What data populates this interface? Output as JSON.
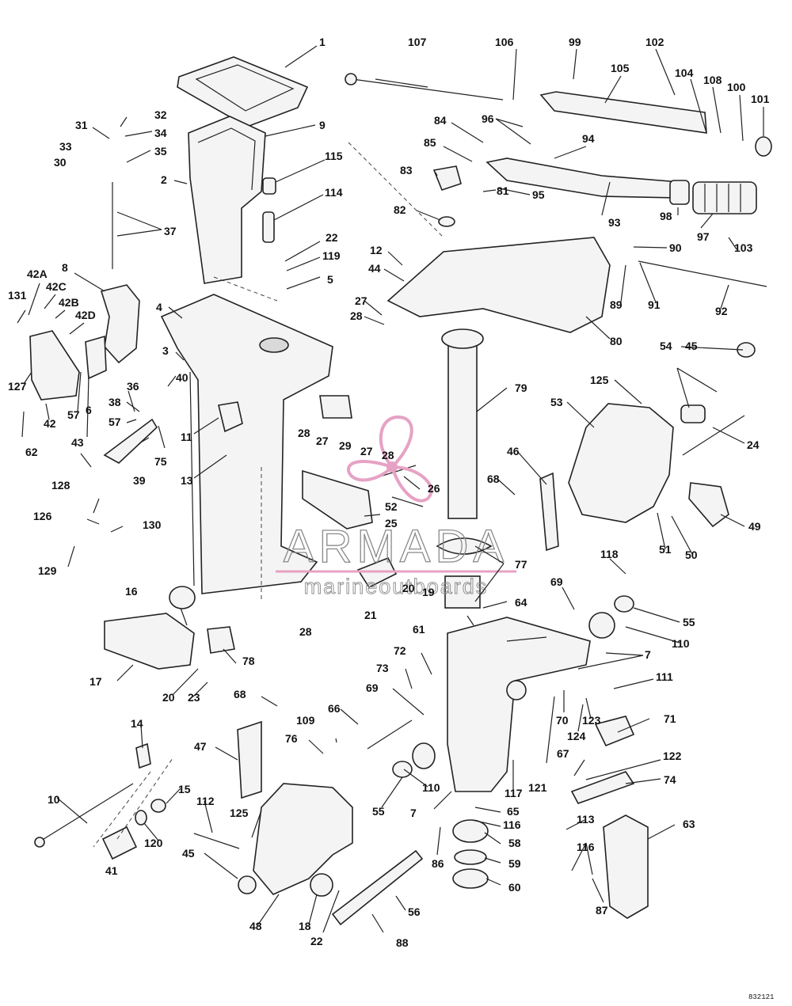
{
  "labels": {
    "n1": "1",
    "n2": "2",
    "n3": "3",
    "n4": "4",
    "n5": "5",
    "n6": "6",
    "n7a": "7",
    "n7b": "7",
    "n8": "8",
    "n9": "9",
    "n10": "10",
    "n11": "11",
    "n12": "12",
    "n13": "13",
    "n14": "14",
    "n15": "15",
    "n16": "16",
    "n17": "17",
    "n18": "18",
    "n19": "19",
    "n20a": "20",
    "n20b": "20",
    "n21": "21",
    "n22a": "22",
    "n22b": "22",
    "n23": "23",
    "n24": "24",
    "n25": "25",
    "n26": "26",
    "n27a": "27",
    "n27b": "27",
    "n27c": "27",
    "n28a": "28",
    "n28b": "28",
    "n28c": "28",
    "n28d": "28",
    "n29": "29",
    "n30": "30",
    "n31": "31",
    "n32": "32",
    "n33": "33",
    "n34": "34",
    "n35": "35",
    "n36": "36",
    "n37": "37",
    "n38": "38",
    "n39": "39",
    "n40": "40",
    "n41": "41",
    "n42": "42",
    "n42A": "42A",
    "n42B": "42B",
    "n42C": "42C",
    "n42D": "42D",
    "n43": "43",
    "n44": "44",
    "n45a": "45",
    "n45b": "45",
    "n46": "46",
    "n47": "47",
    "n48": "48",
    "n49": "49",
    "n50": "50",
    "n51": "51",
    "n52": "52",
    "n53": "53",
    "n54": "54",
    "n55a": "55",
    "n55b": "55",
    "n56": "56",
    "n57a": "57",
    "n57b": "57",
    "n58": "58",
    "n59": "59",
    "n60": "60",
    "n61": "61",
    "n62": "62",
    "n63": "63",
    "n64": "64",
    "n65": "65",
    "n66": "66",
    "n67": "67",
    "n68a": "68",
    "n68b": "68",
    "n69a": "69",
    "n69b": "69",
    "n70": "70",
    "n71": "71",
    "n72": "72",
    "n73": "73",
    "n74": "74",
    "n75": "75",
    "n76": "76",
    "n77": "77",
    "n78": "78",
    "n79": "79",
    "n80": "80",
    "n81": "81",
    "n82": "82",
    "n83": "83",
    "n84": "84",
    "n85": "85",
    "n86": "86",
    "n87": "87",
    "n88": "88",
    "n89": "89",
    "n90": "90",
    "n91": "91",
    "n92": "92",
    "n93": "93",
    "n94": "94",
    "n95": "95",
    "n96": "96",
    "n97": "97",
    "n98": "98",
    "n99": "99",
    "n100": "100",
    "n101": "101",
    "n102": "102",
    "n103": "103",
    "n104": "104",
    "n105": "105",
    "n106": "106",
    "n107": "107",
    "n108": "108",
    "n109": "109",
    "n110a": "110",
    "n110b": "110",
    "n111": "111",
    "n112": "112",
    "n113": "113",
    "n114": "114",
    "n115": "115",
    "n116a": "116",
    "n116b": "116",
    "n117": "117",
    "n118": "118",
    "n119": "119",
    "n120": "120",
    "n121": "121",
    "n122": "122",
    "n123": "123",
    "n124": "124",
    "n125a": "125",
    "n125b": "125",
    "n126": "126",
    "n127": "127",
    "n128": "128",
    "n129": "129",
    "n130": "130",
    "n131": "131"
  },
  "watermark": {
    "brand": "ARMADA",
    "tagline": "marineoutboards"
  },
  "drawing_code": "832121",
  "colors": {
    "line": "#222222",
    "logo_pink": "#e6a2c4",
    "watermark_gray": "#8a8a8a"
  }
}
